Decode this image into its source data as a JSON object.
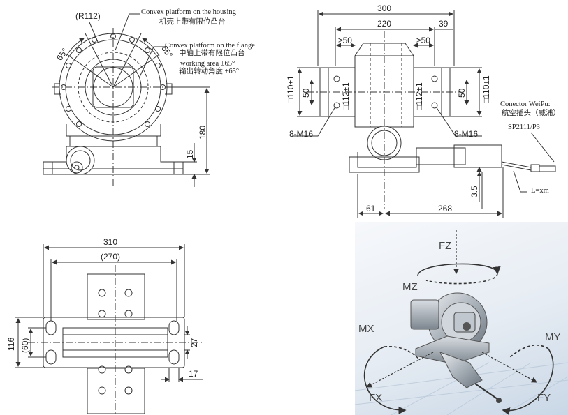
{
  "front_view": {
    "radius_label": "(R112)",
    "angle_left": "65°",
    "angle_right": "65°",
    "dim_180": "180",
    "dim_15": "15",
    "callout_housing_en": "Convex platform on the housing",
    "callout_housing_cn": "机壳上带有限位凸台",
    "callout_flange_en": "Convex platform on the flange",
    "callout_flange_cn": "中轴上带有限位凸台",
    "working_area_en": "working area ±65°",
    "working_area_cn": "输出转动角度 ±65°"
  },
  "side_view": {
    "dim_300": "300",
    "dim_220": "220",
    "dim_39": "39",
    "dim_ge50_left": "≥50",
    "dim_ge50_right": "≥50",
    "sq110_left": "□110±1",
    "dim_50_left": "50",
    "sq112_left": "□112±1",
    "sq112_right": "□112±1",
    "dim_50_right": "50",
    "sq110_right": "□110±1",
    "bolt_left": "8-M16",
    "bolt_right": "8-M16",
    "connector_en": "Conector WeiPu:",
    "connector_cn": "航空插头（威浦）",
    "connector_part": "SP2111/P3",
    "cable_length": "L=xm",
    "dim_3_5": "3.5",
    "dim_61": "61",
    "dim_268": "268"
  },
  "top_view": {
    "dim_310": "310",
    "dim_270": "(270)",
    "dim_116": "116",
    "dim_60": "(60)",
    "dim_27": "27",
    "dim_17": "17"
  },
  "render_3d": {
    "fz": "FZ",
    "mz": "MZ",
    "mx": "MX",
    "my": "MY",
    "fx": "FX",
    "fy": "FY"
  },
  "colors": {
    "line": "#333333",
    "hidden": "#555555",
    "render_bg": "#dfe7f0",
    "arrow": "#333333"
  }
}
